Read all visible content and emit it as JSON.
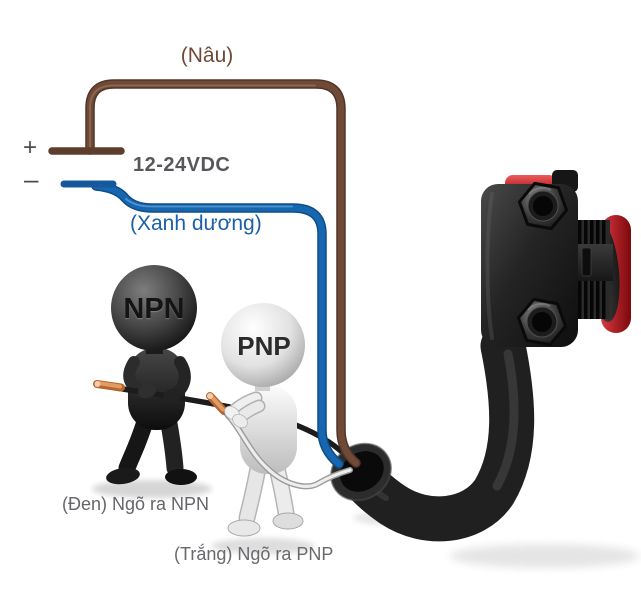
{
  "power_supply": {
    "plus_sign": "+",
    "minus_sign": "–",
    "voltage": "12-24VDC"
  },
  "wires": {
    "brown": {
      "label": "(Nâu)",
      "color": "#6f4a36"
    },
    "blue": {
      "label": "(Xanh dương)",
      "color": "#1a5fa8"
    },
    "black": {
      "label": "(Đen) Ngõ ra NPN",
      "color": "#1e1e1e"
    },
    "white": {
      "label": "(Trắng) Ngõ ra PNP",
      "color": "#ededed"
    }
  },
  "figures": {
    "npn": {
      "label": "NPN"
    },
    "pnp": {
      "label": "PNP"
    }
  },
  "device": {
    "accent_red": "#c1181d"
  }
}
